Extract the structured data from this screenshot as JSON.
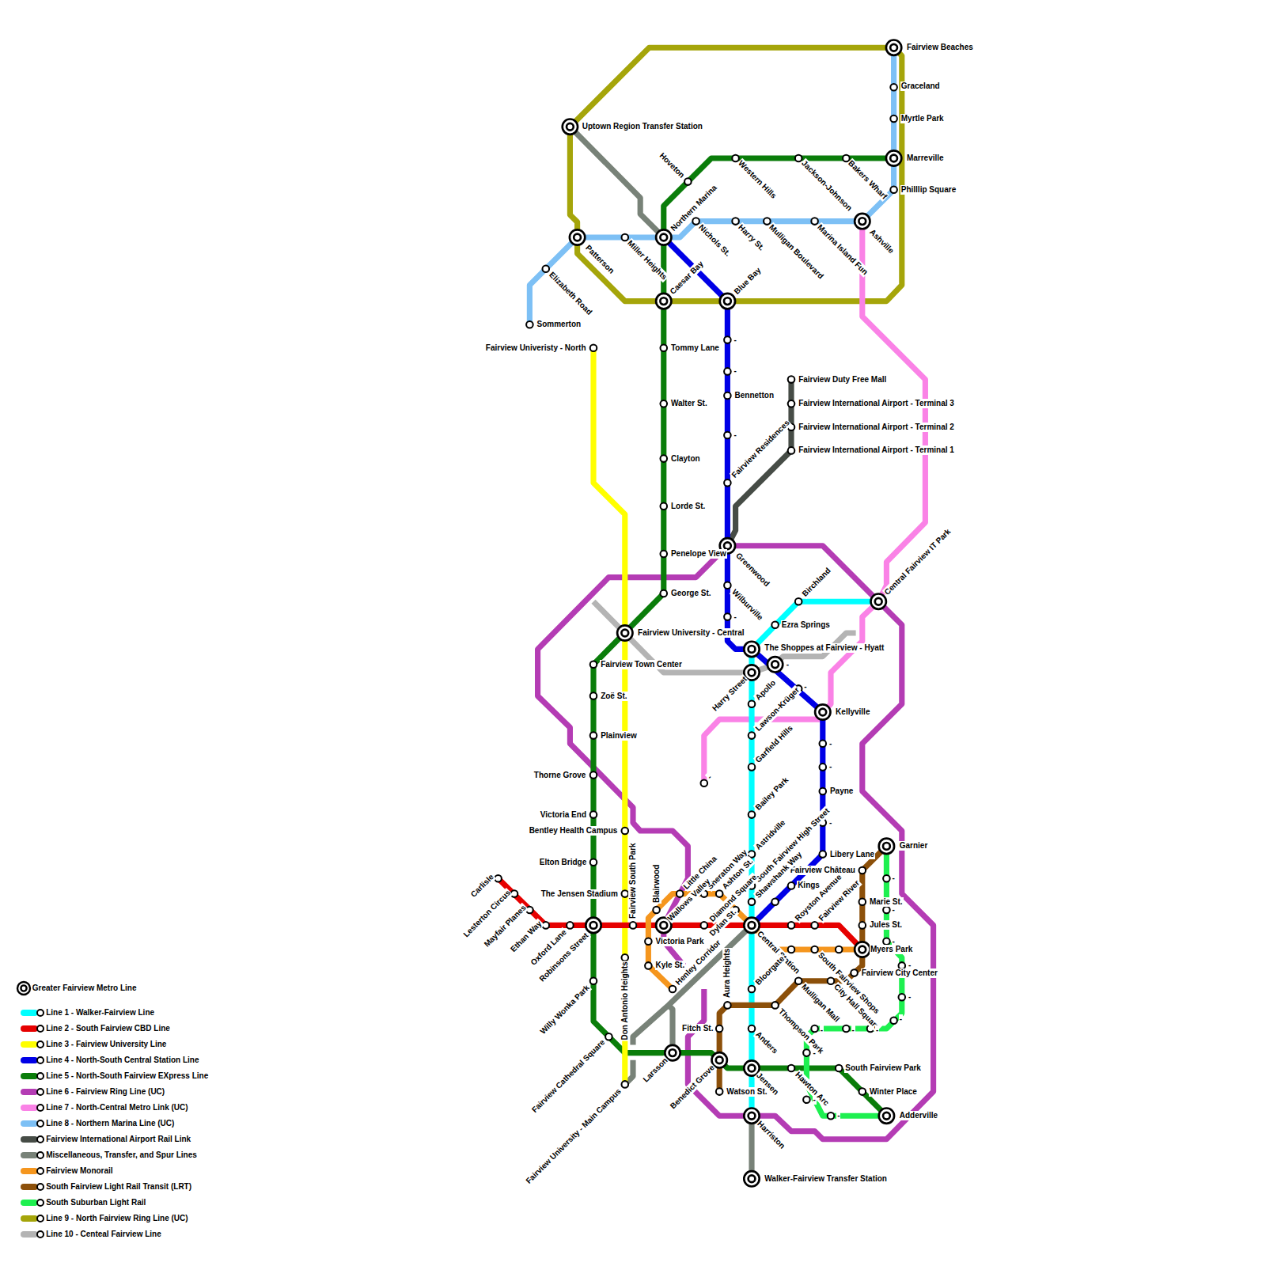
{
  "diagram": {
    "labels": [
      "Fairview Beaches",
      "Uptown Region Transfer Station",
      "Graceland",
      "Myrtle Park",
      "Marreville",
      "Philllip Square",
      "Hoveton",
      "Western Hills",
      "Jackson-Johnson",
      "Bakers Wharf",
      "Northern Marina",
      "Nichols St.",
      "Harry St.",
      "Mulligan Boulevard",
      "Marina Island Fun",
      "Ashville",
      "Patterson",
      "Miller Heights",
      "Elizabeth Road",
      "Sommerton",
      "Caesar Bay",
      "Blue Bay",
      "Fairview Univeristy - North",
      "Tommy Lane",
      "-",
      "-",
      "Bennetton",
      "-",
      "Fairview Duty Free Mall",
      "Fairview International Airport - Terminal 3",
      "Fairview International Airport - Terminal 2",
      "Fairview International Airport - Terminal 1",
      "Walter St.",
      "Clayton",
      "Fairview Residences",
      "Lorde St.",
      "Penelope View",
      "Greenwood",
      "Central Fairview IT Park",
      "George St.",
      "Wilburville",
      "-",
      "Birchland",
      "Ezra Springs",
      "Fairview University - Central",
      "The Shoppes at Fairview - Hyatt",
      "-",
      "Fairview Town Center",
      "Harry Street",
      "Apollo",
      "-",
      "Kellyville",
      "Zoë St.",
      "Lawson-Krüger",
      "Plainview",
      "-",
      "Garfield Hills",
      "-",
      "Thorne Grove",
      "-",
      "Payne",
      "Bailey Park",
      "Victoria End",
      "-",
      "Bentley Health Campus",
      "Astridville",
      "Libery Lane",
      "Garnier",
      "Elton Bridge",
      "Carlisle",
      "Fairview Château",
      "-",
      "Lesterton Circus",
      "Little China",
      "Sheraton Way",
      "South Fairview High Street",
      "Kings",
      "The Jensen Stadium",
      "Blairwood",
      "Fairview South Park",
      "Wallows Valley",
      "Ashton St.",
      "Shawshank Way",
      "Marie St.",
      "Mayfair Planes",
      "-",
      "Diamond Square",
      "Dylan St.",
      "Royston Avenue",
      "Fairview River",
      "Ethan Way",
      "Jules St.",
      "Oxford Lane",
      "Robinsons Street",
      "Victoria Park",
      "Central Station",
      "South Fairview Shops",
      "Myers Park",
      "-",
      "Don Antonio Heights",
      "Kyle St.",
      "Henley Corridor",
      "Fairview City Center",
      "-",
      "Bloorgate",
      "Mulligan Mall",
      "City Hall Square",
      "Aura Heights",
      "-",
      "Thompson Park",
      "Willy Wonka Park",
      "Fitch St.",
      "Anders",
      "-",
      "-",
      "-",
      "-",
      "Fairview Cathedral Square",
      "Larsson",
      "Benedict Grove",
      "Jensen",
      "Hawton Arc",
      "South Fairview Park",
      "-",
      "Fairview University - Main Campus",
      "Watson St.",
      "Winter Place",
      "-",
      "-",
      "Adderville",
      "Harriston",
      "Walker-Fairview Transfer Station"
    ],
    "legend": [
      {
        "text": "Greater Fairview Metro Line"
      },
      {
        "text": "Line 1 - Walker-Fairview Line",
        "color": "#00FFFF"
      },
      {
        "text": "Line 2 - South Fairview CBD Line",
        "color": "#E60000"
      },
      {
        "text": "Line 3 - Fairview University Line",
        "color": "#FFFF00"
      },
      {
        "text": "Line 4 - North-South Central Station Line",
        "color": "#0000E6"
      },
      {
        "text": "Line 5 - North-South Fairview EXpress Line",
        "color": "#0A7D0A"
      },
      {
        "text": "Line 6 - Fairview Ring Line (UC)",
        "color": "#B43CB4"
      },
      {
        "text": "Line 7 - North-Central Metro Link (UC)",
        "color": "#FA82E6"
      },
      {
        "text": "Line 8 - Northern Marina Line (UC)",
        "color": "#7DC0F5"
      },
      {
        "text": "Fairview International Airport Rail Link",
        "color": "#464C46"
      },
      {
        "text": "Miscellaneous, Transfer, and Spur Lines",
        "color": "#788278"
      },
      {
        "text": "Fairview Monorail",
        "color": "#F5961E"
      },
      {
        "text": "South Fairview Light Rail Transit (LRT)",
        "color": "#8C500A"
      },
      {
        "text": "South Suburban Light Rail",
        "color": "#1EF050"
      },
      {
        "text": "Line 9 - North Fairview Ring Line (UC)",
        "color": "#A5A50A"
      },
      {
        "text": "Line 10 - Centeal Fairview Line",
        "color": "#B4B4B4"
      }
    ]
  }
}
